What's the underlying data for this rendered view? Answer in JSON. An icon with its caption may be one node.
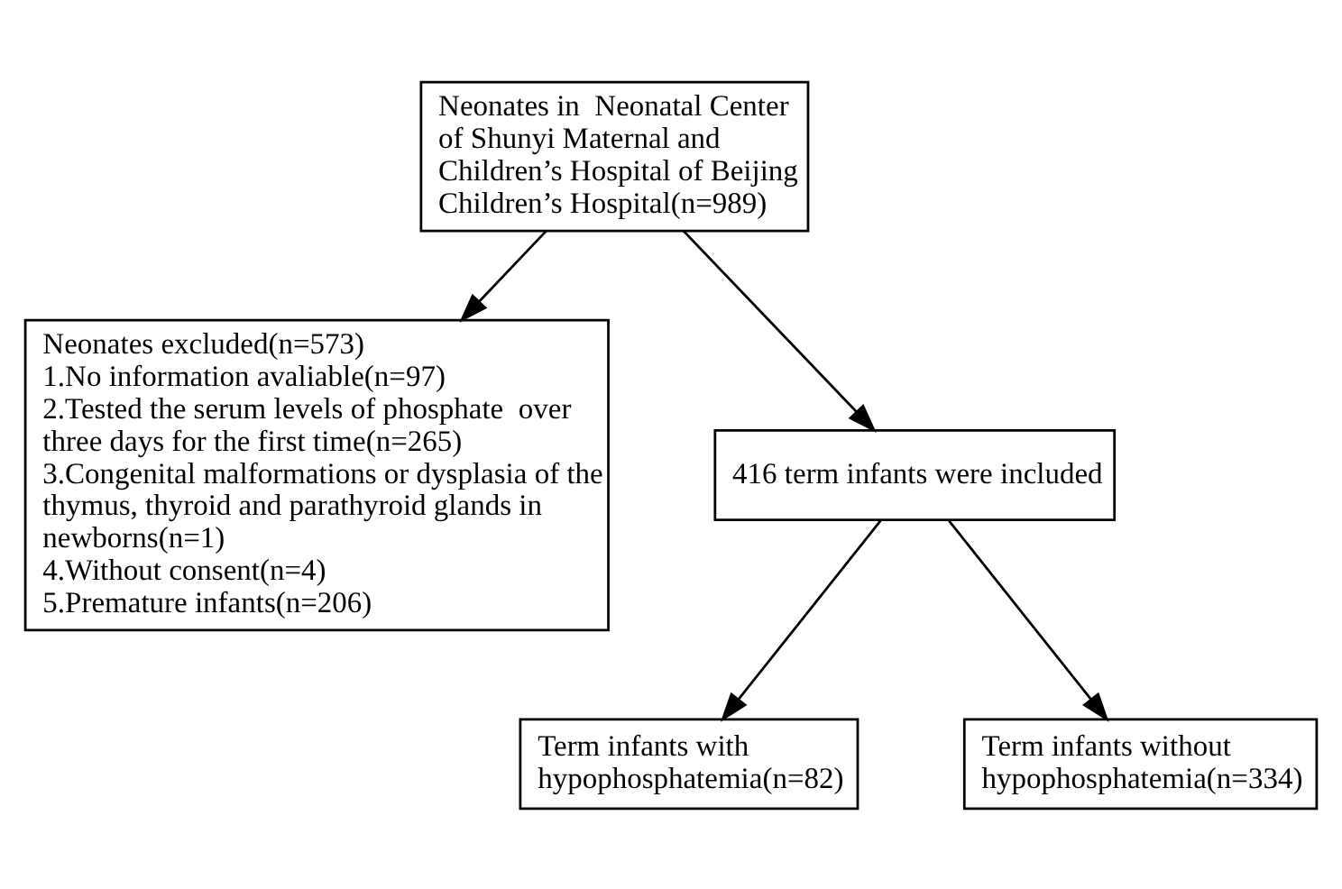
{
  "diagram": {
    "nodes": [
      {
        "text": [
          "Neonates in  Neonatal Center of Shunyi Maternal and Children’s Hospital of Beijing Children’s Hospital(n=989)"
        ]
      },
      {
        "text": [
          "Neonates excluded(n=573)",
          "1.No information avaliable(n=97)",
          "2.Tested the serum levels of phosphate  over three days for the first time(n=265)",
          "3.Congenital malformations or dysplasia of the thymus, thyroid and parathyroid glands in newborns(n=1)",
          "4.Without consent(n=4)",
          "5.Premature infants(n=206)"
        ]
      },
      {
        "text": [
          "416 term infants were included"
        ]
      },
      {
        "text": [
          "Term infants with hypophosphatemia(n=82)"
        ]
      },
      {
        "text": [
          "Term infants without hypophosphatemia(n=334)"
        ]
      }
    ],
    "edges": [
      {
        "from": 0,
        "to": 1,
        "arrow": "to"
      },
      {
        "from": 0,
        "to": 2,
        "arrow": "to"
      },
      {
        "from": 2,
        "to": 3,
        "arrow": "to"
      },
      {
        "from": 2,
        "to": 4,
        "arrow": "to"
      }
    ]
  }
}
